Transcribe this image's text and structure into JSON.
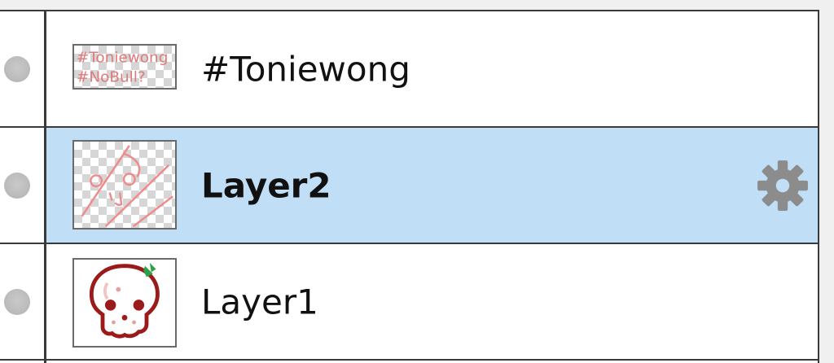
{
  "layers_panel": {
    "layers": [
      {
        "name": "#Toniewong",
        "selected": false,
        "visible_icon": "visibility-dot-icon",
        "thumbnail": "text-layer-thumbnail",
        "thumb_text_line1": "#Toniewong",
        "thumb_text_line2": "#NoBull?"
      },
      {
        "name": "Layer2",
        "selected": true,
        "visible_icon": "visibility-dot-icon",
        "thumbnail": "sketch-layer-thumbnail",
        "settings_icon": "gear-icon"
      },
      {
        "name": "Layer1",
        "selected": false,
        "visible_icon": "visibility-dot-icon",
        "thumbnail": "skull-drawing-thumbnail"
      }
    ],
    "colors": {
      "selected_row": "#c0dff6",
      "border": "#3a3a3a",
      "sketch_red": "#f08a8a",
      "skull_outline": "#9b1b1b",
      "leaf_green": "#2aa24a",
      "gear_gray": "#8c8c8c"
    }
  }
}
